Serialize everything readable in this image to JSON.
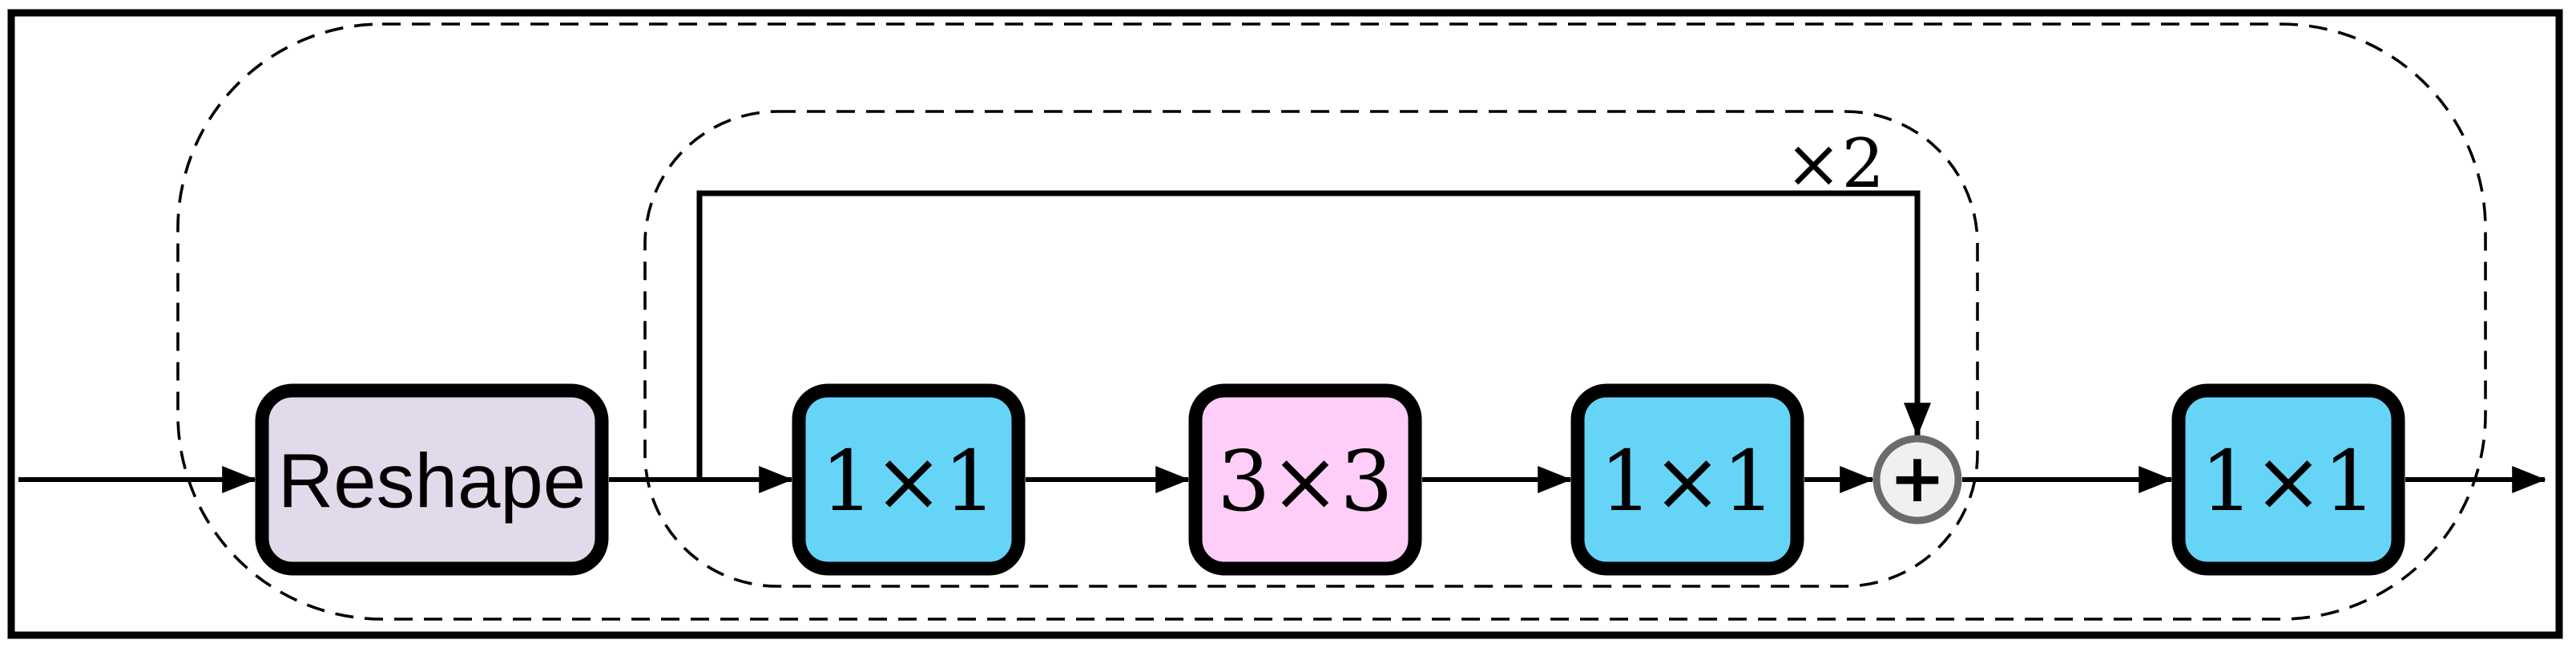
{
  "figure": {
    "blocks": [
      {
        "id": "reshape",
        "label": "Reshape",
        "fill": "#E2DAEB"
      },
      {
        "id": "conv1x1-a",
        "label": "1×1",
        "fill": "#66D4F7"
      },
      {
        "id": "conv3x3",
        "label": "3×3",
        "fill": "#FECDF8"
      },
      {
        "id": "conv1x1-b",
        "label": "1×1",
        "fill": "#66D4F7"
      },
      {
        "id": "sum",
        "label": "+",
        "fill": "#F0F0F0",
        "ring": "#6B6B6B"
      },
      {
        "id": "conv1x1-c",
        "label": "1×1",
        "fill": "#66D4F7"
      }
    ],
    "repeat_label": "×2",
    "colors": {
      "line": "#000000",
      "background": "#FFFFFF"
    }
  }
}
